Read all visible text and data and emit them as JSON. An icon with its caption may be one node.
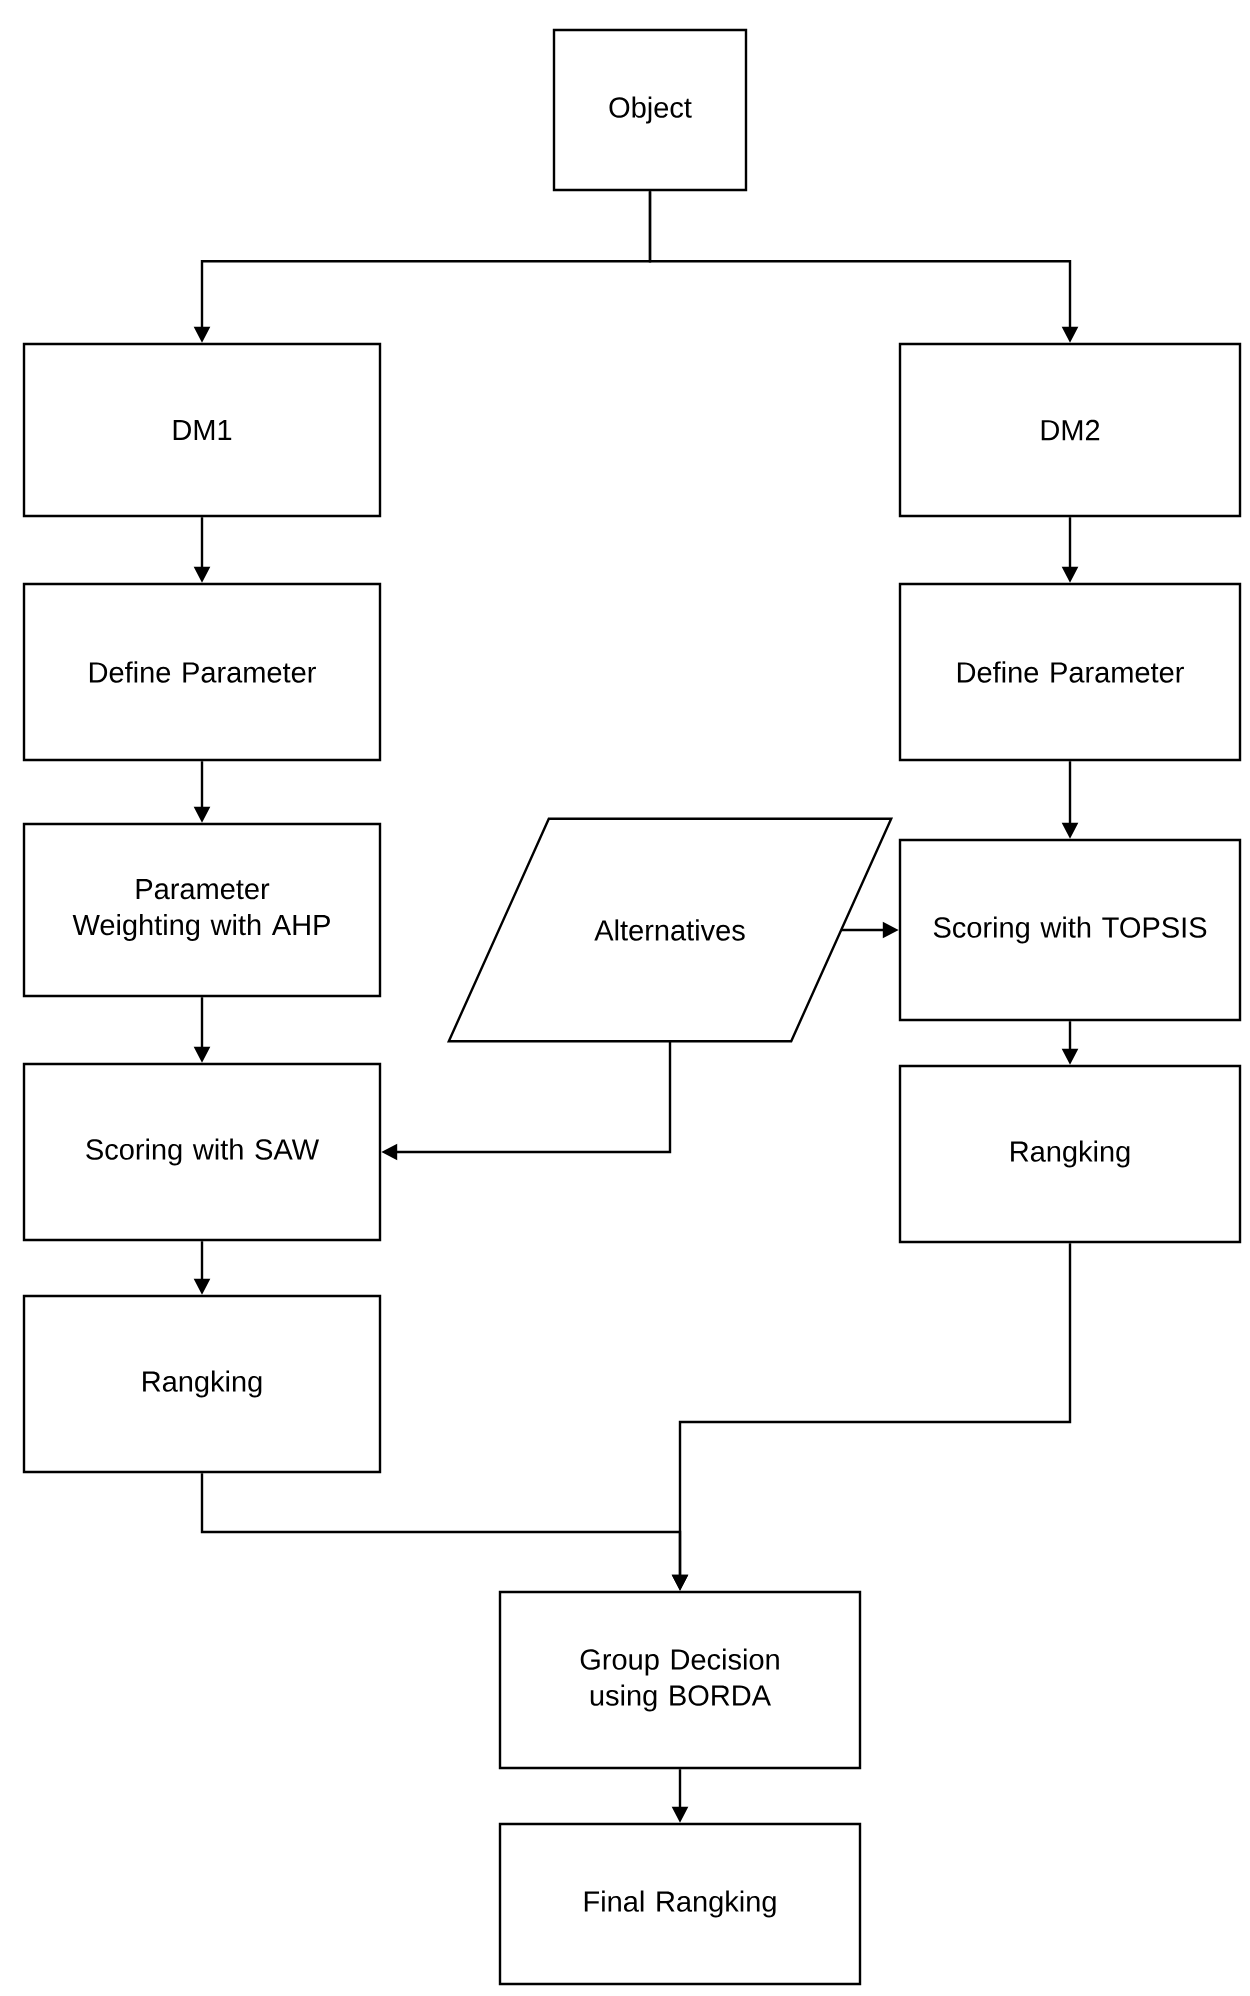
{
  "diagram": {
    "nodes": [
      {
        "text": [
          "Object"
        ]
      },
      {
        "text": [
          "DM1"
        ]
      },
      {
        "text": [
          "DM2"
        ]
      },
      {
        "text": [
          "Define Parameter"
        ]
      },
      {
        "text": [
          "Define Parameter"
        ]
      },
      {
        "text": [
          "Parameter Weighting with AHP"
        ]
      },
      {
        "text": [
          "Alternatives"
        ]
      },
      {
        "text": [
          "Scoring with TOPSIS"
        ]
      },
      {
        "text": [
          "Scoring with SAW"
        ]
      },
      {
        "text": [
          "Rangking"
        ]
      },
      {
        "text": [
          "Rangking"
        ]
      },
      {
        "text": [
          "Group Decision using BORDA"
        ]
      },
      {
        "text": [
          "Final Rangking"
        ]
      }
    ],
    "edges": [
      {
        "from": 0,
        "to": 1,
        "arrow": "to"
      },
      {
        "from": 0,
        "to": 2,
        "arrow": "to"
      },
      {
        "from": 1,
        "to": 3,
        "arrow": "to"
      },
      {
        "from": 2,
        "to": 4,
        "arrow": "to"
      },
      {
        "from": 3,
        "to": 5,
        "arrow": "to"
      },
      {
        "from": 4,
        "to": 7,
        "arrow": "to"
      },
      {
        "from": 5,
        "to": 8,
        "arrow": "to"
      },
      {
        "from": 6,
        "to": 8,
        "arrow": "to"
      },
      {
        "from": 6,
        "to": 7,
        "arrow": "to"
      },
      {
        "from": 7,
        "to": 9,
        "arrow": "to"
      },
      {
        "from": 8,
        "to": 10,
        "arrow": "to"
      },
      {
        "from": 10,
        "to": 11,
        "arrow": "to"
      },
      {
        "from": 9,
        "to": 11,
        "arrow": "to"
      },
      {
        "from": 11,
        "to": 12,
        "arrow": "to"
      }
    ]
  }
}
